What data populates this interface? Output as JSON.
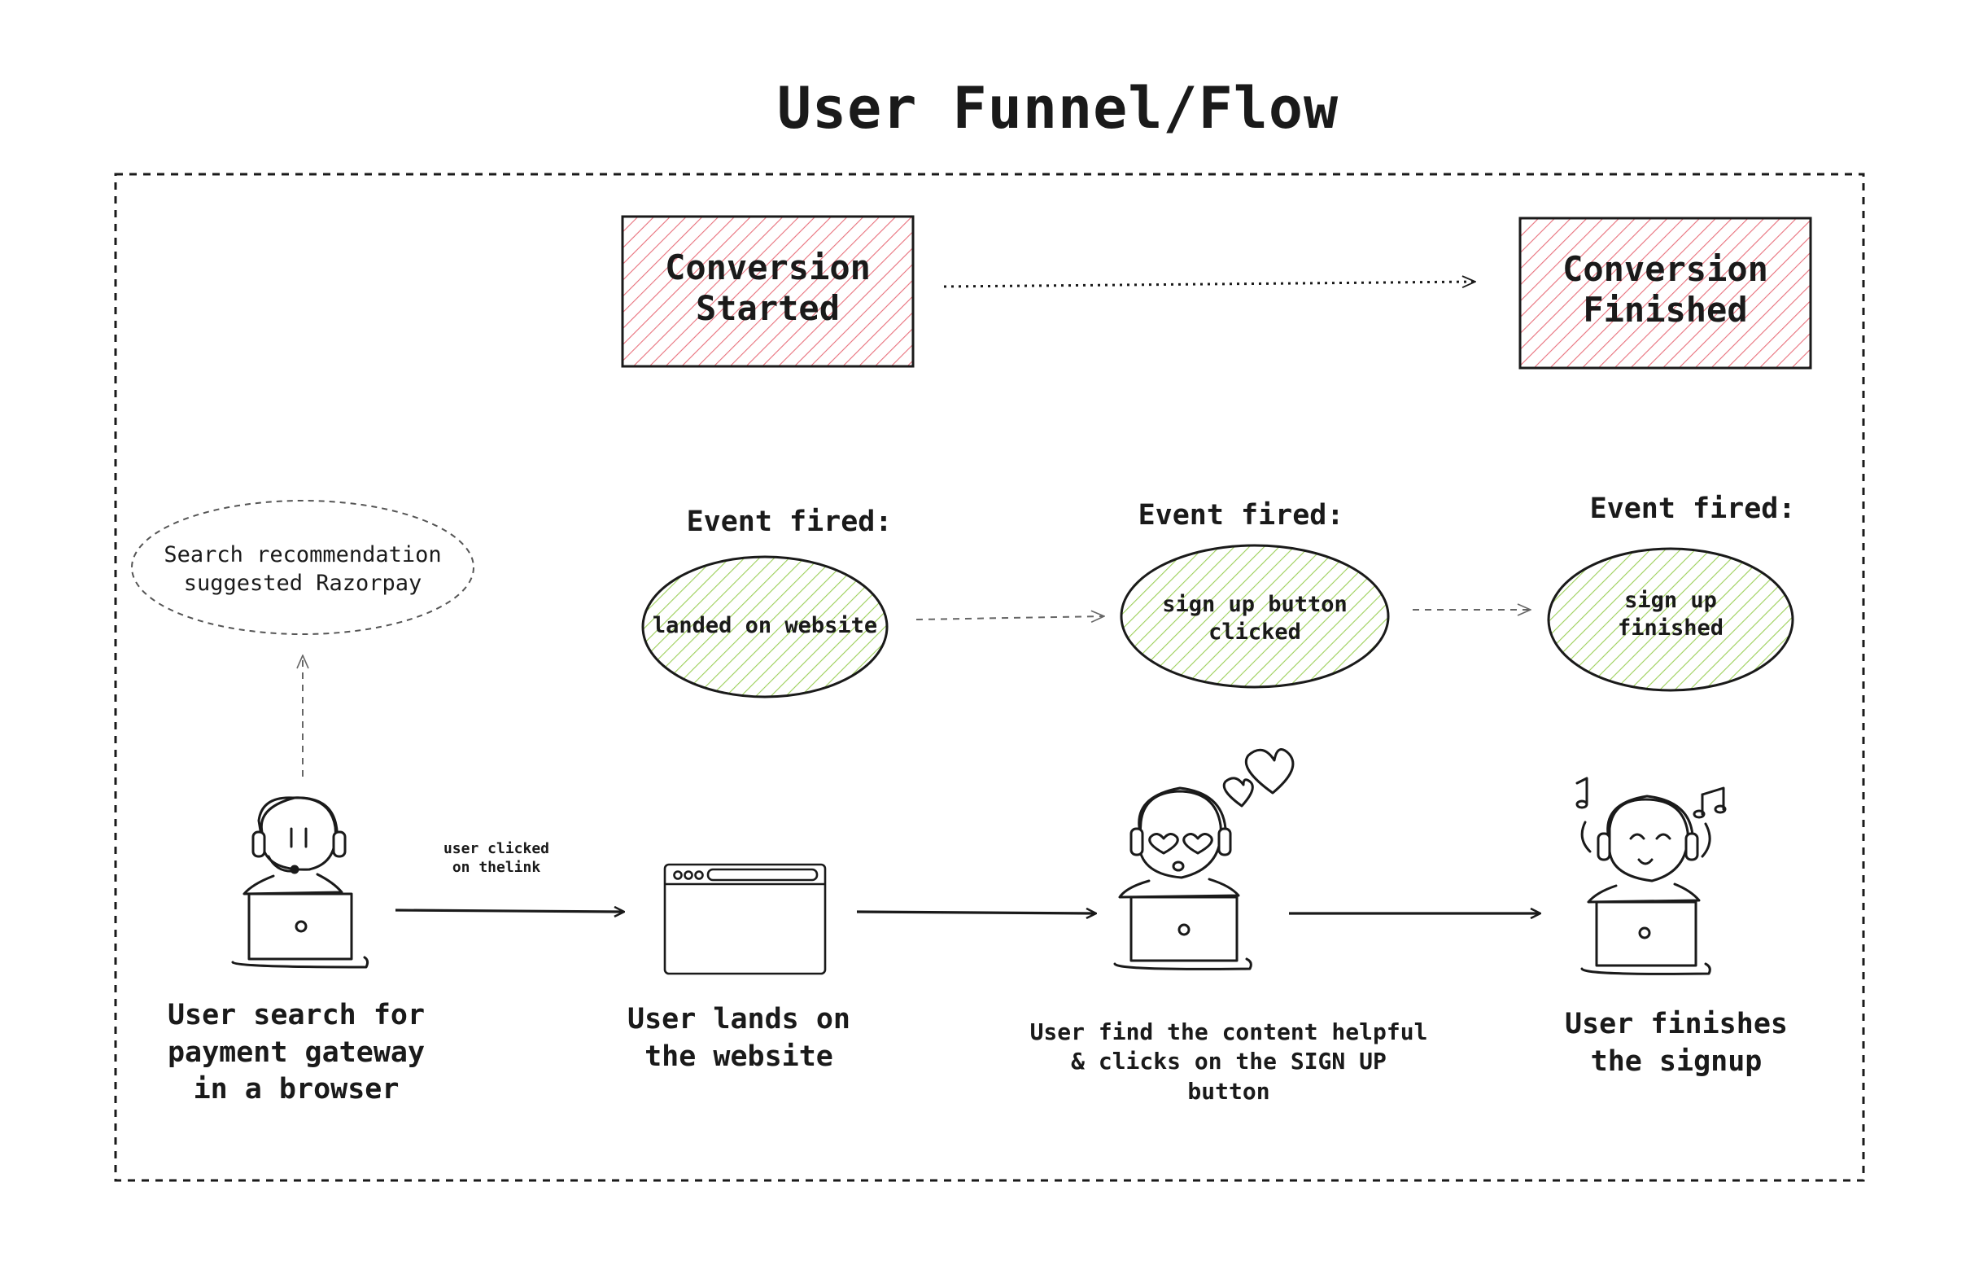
{
  "title": "User Funnel/Flow",
  "conversion": {
    "started": "Conversion\nStarted",
    "finished": "Conversion\nFinished",
    "color": "#e8707c"
  },
  "events": {
    "title": "Event fired:",
    "items": [
      {
        "label": "landed on website"
      },
      {
        "label": "sign up button\nclicked"
      },
      {
        "label": "sign up\nfinished"
      }
    ],
    "color": "#9ccf5a"
  },
  "search_bubble": "Search recommendation\nsuggested Razorpay",
  "edge_label": "user clicked\non thelink",
  "steps": [
    {
      "label": "User search for\npayment gateway\n in a browser"
    },
    {
      "label": "User lands on\nthe website"
    },
    {
      "label": "User find the content helpful\n& clicks on the SIGN UP\nbutton"
    },
    {
      "label": "User finishes\nthe signup"
    }
  ]
}
